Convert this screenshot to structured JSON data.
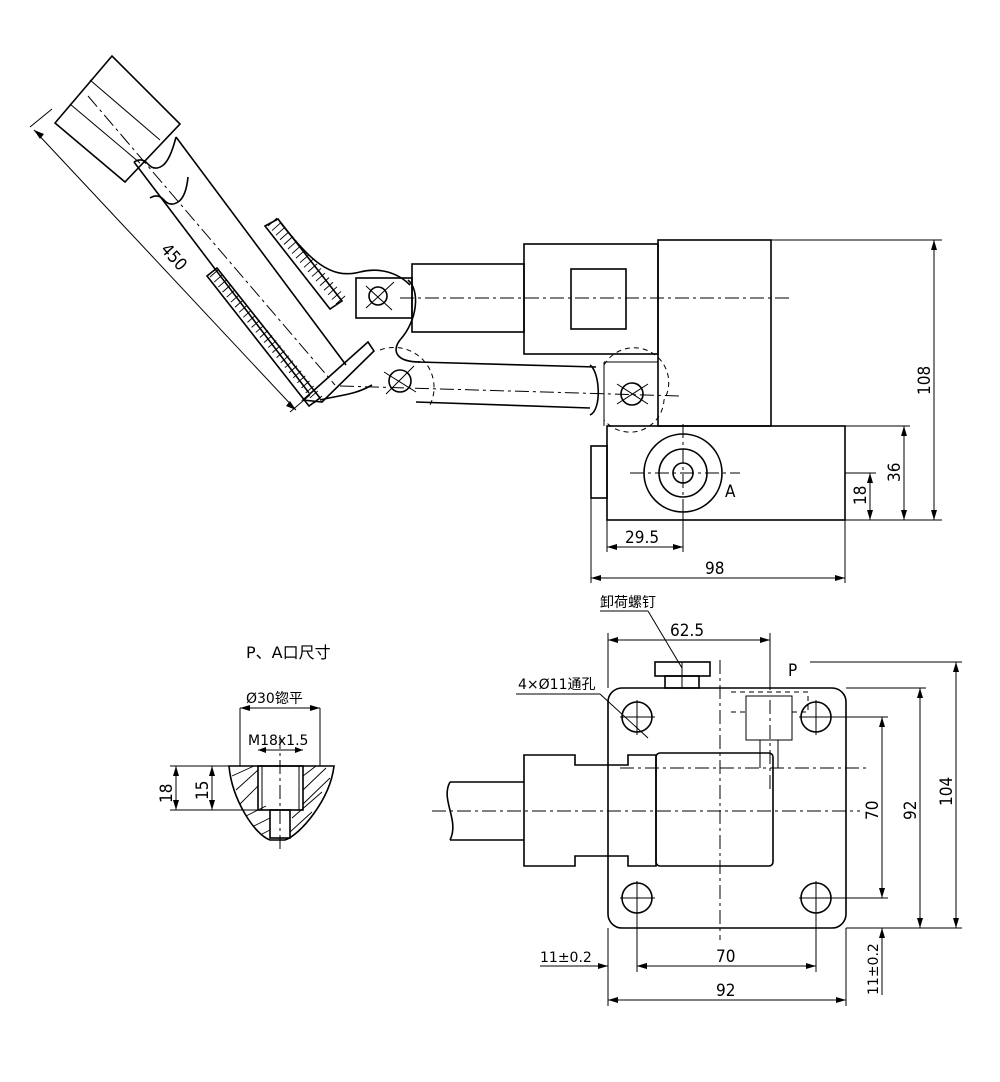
{
  "dimensions": {
    "lever_length": "450",
    "height_108": "108",
    "height_36": "36",
    "height_18": "18",
    "offset_29_5": "29.5",
    "width_98": "98",
    "width_62_5": "62.5",
    "holes": "4×Ø11通孔",
    "relief_screw": "卸荷螺钉",
    "hole_70_v": "70",
    "hole_92_v": "92",
    "height_104": "104",
    "margin_left": "11±0.2",
    "hole_70_h": "70",
    "margin_bottom": "11±0.2",
    "width_92": "92"
  },
  "port_detail": {
    "title": "P、A口尺寸",
    "spotface": "Ø30锪平",
    "thread": "M18x1.5",
    "depth_18": "18",
    "depth_15": "15"
  },
  "labels": {
    "port_a": "A",
    "port_p": "P"
  }
}
